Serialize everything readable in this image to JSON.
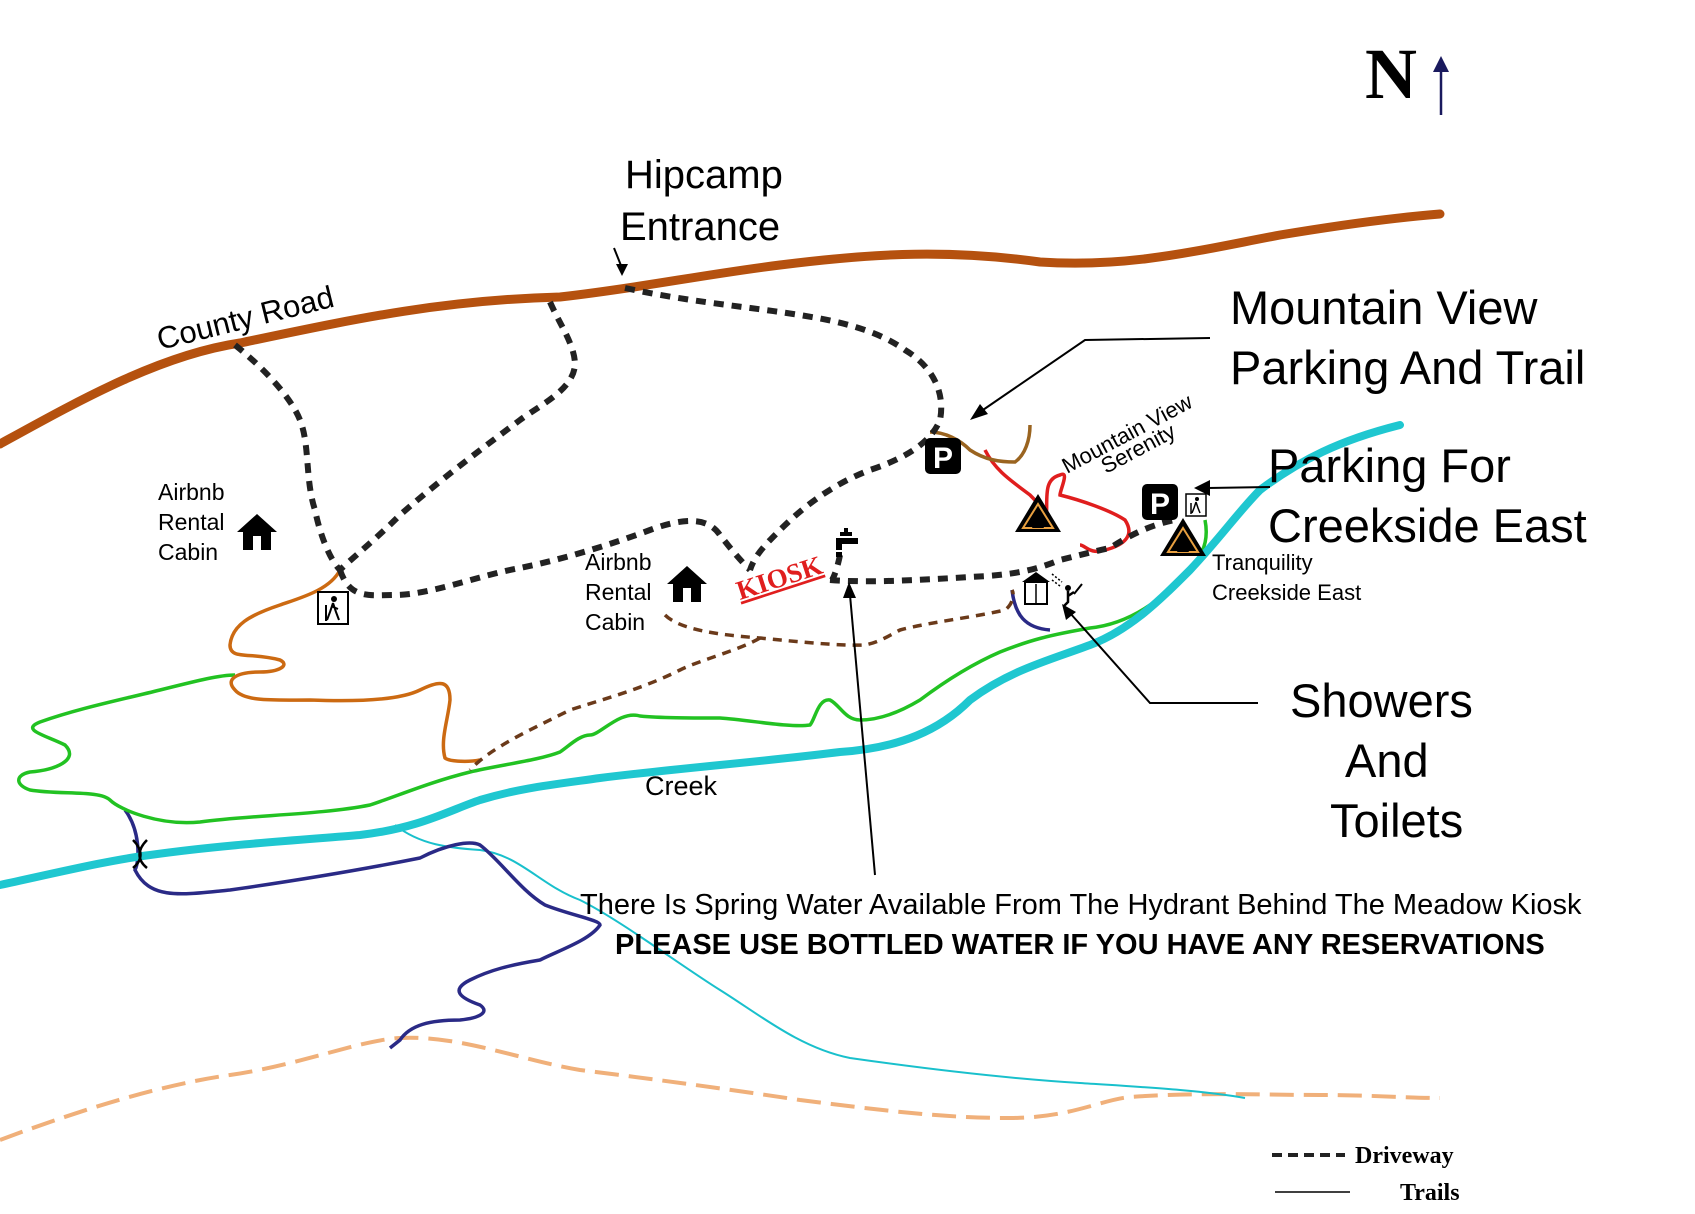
{
  "north_label": "N",
  "labels": {
    "county_road": "County Road",
    "hipcamp_entrance_line1": "Hipcamp",
    "hipcamp_entrance_line2": "Entrance",
    "mountain_view_line1": "Mountain View",
    "mountain_view_line2": "Parking And Trail",
    "parking_creekside_line1": "Parking For",
    "parking_creekside_line2": "Creekside East",
    "mv_serenity_line1": "Mountain View",
    "mv_serenity_line2": "Serenity",
    "tranquility_line1": "Tranquility",
    "tranquility_line2": "Creekside East",
    "airbnb_west_line1": "Airbnb",
    "airbnb_west_line2": "Rental",
    "airbnb_west_line3": "Cabin",
    "airbnb_mid_line1": "Airbnb",
    "airbnb_mid_line2": "Rental",
    "airbnb_mid_line3": "Cabin",
    "kiosk": "KIOSK",
    "creek": "Creek",
    "showers_line1": "Showers",
    "showers_line2": "And",
    "showers_line3": "Toilets"
  },
  "notice": {
    "line1": "There Is Spring Water Available From The Hydrant Behind The Meadow Kiosk",
    "line2": "PLEASE USE BOTTLED WATER IF YOU HAVE ANY RESERVATIONS"
  },
  "legend": {
    "driveway": "Driveway",
    "trails": "Trails"
  },
  "icons": {
    "parking_mountain_view": "P",
    "parking_creekside": "P"
  },
  "colors": {
    "county_road": "#b5510f",
    "creek": "#1fc7d0",
    "green_trail": "#22c222",
    "orange_trail": "#cc6a12",
    "red_trail": "#e01e1e",
    "navy_trail": "#2a2a86",
    "thin_creek": "#19c0cc",
    "peach_dashed": "#f0b07a",
    "brown_trail": "#9a6420"
  }
}
